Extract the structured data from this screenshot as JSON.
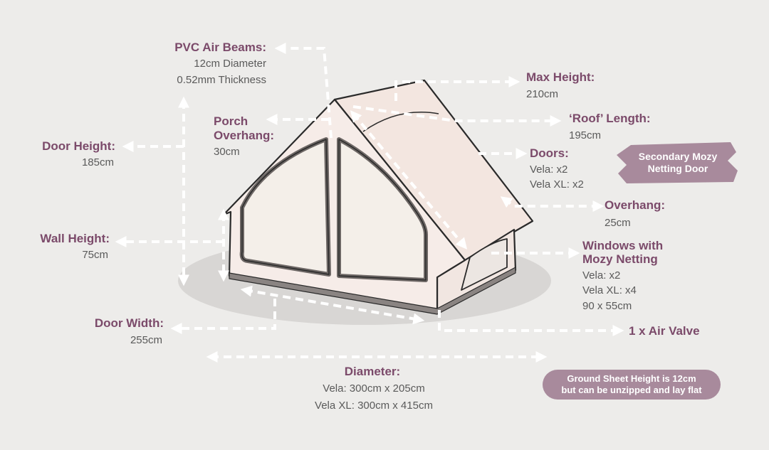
{
  "labels": {
    "pvc_beams": {
      "title": "PVC Air Beams:",
      "line1": "12cm Diameter",
      "line2": "0.52mm Thickness"
    },
    "max_height": {
      "title": "Max Height:",
      "value": "210cm"
    },
    "roof_length": {
      "title": "‘Roof’ Length:",
      "value": "195cm"
    },
    "porch": {
      "title1": "Porch",
      "title2": "Overhang:",
      "value": "30cm"
    },
    "door_height": {
      "title": "Door Height:",
      "value": "185cm"
    },
    "doors": {
      "title": "Doors:",
      "line1": "Vela: x2",
      "line2": "Vela XL: x2"
    },
    "overhang": {
      "title": "Overhang:",
      "value": "25cm"
    },
    "wall_height": {
      "title": "Wall Height:",
      "value": "75cm"
    },
    "windows": {
      "title1": "Windows with",
      "title2": "Mozy Netting",
      "line1": "Vela: x2",
      "line2": "Vela XL: x4",
      "line3": "90 x 55cm"
    },
    "door_width": {
      "title": "Door Width:",
      "value": "255cm"
    },
    "air_valve": {
      "title": "1 x Air Valve"
    },
    "diameter": {
      "title": "Diameter:",
      "line1": "Vela: 300cm x 205cm",
      "line2": "Vela XL: 300cm x 415cm"
    }
  },
  "badges": {
    "secondary_door": {
      "line1": "Secondary Mozy",
      "line2": "Netting Door"
    },
    "ground_sheet": {
      "line1": "Ground Sheet Height is 12cm",
      "line2": "but can be unzipped and lay flat"
    }
  },
  "colors": {
    "background": "#edecea",
    "accent": "#7b4a6a",
    "badge": "#a88a9c",
    "canvas": "#f3e9e4",
    "outline": "#2a2a2a",
    "arrow": "#ffffff"
  }
}
